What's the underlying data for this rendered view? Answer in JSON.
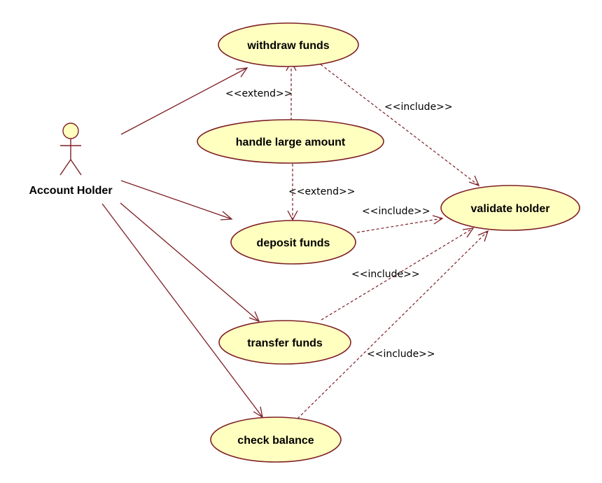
{
  "actor": {
    "name": "Account Holder",
    "icon": "stick-figure-icon"
  },
  "use_cases": {
    "withdraw": "withdraw funds",
    "large": "handle large amount",
    "deposit": "deposit funds",
    "transfer": "transfer funds",
    "balance": "check balance",
    "validate": "validate holder"
  },
  "stereotypes": {
    "extend_withdraw": "<<extend>>",
    "extend_deposit": "<<extend>>",
    "include_withdraw": "<<include>>",
    "include_deposit": "<<include>>",
    "include_transfer": "<<include>>",
    "include_balance": "<<include>>"
  },
  "colors": {
    "line": "#7d1f25",
    "usecase_fill": "#ffffc0"
  }
}
